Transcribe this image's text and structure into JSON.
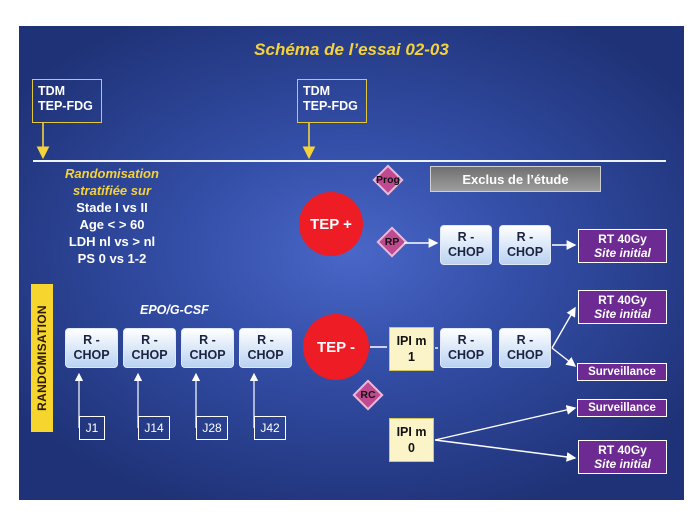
{
  "title": "Schéma de l’essai 02-03",
  "imaging_box_1": [
    "TDM",
    "TEP-FDG"
  ],
  "imaging_box_2": [
    "TDM",
    "TEP-FDG"
  ],
  "stratification": {
    "heading": [
      "Randomisation",
      "stratifiée sur"
    ],
    "criteria": [
      "Stade I vs II",
      "Age < > 60",
      "LDH nl vs > nl",
      "PS 0 vs 1-2"
    ]
  },
  "randomisation_label": "RANDOMISATION",
  "epo_label": "EPO/G-CSF",
  "rchop_label": [
    "R -",
    "CHOP"
  ],
  "tep_plus": "TEP +",
  "tep_minus": "TEP -",
  "diamonds": {
    "prog": "Prog",
    "rp": "RP",
    "rc": "RC"
  },
  "exclu": "Exclus de l’étude",
  "rt": {
    "line1": "RT 40Gy",
    "line2": "Site initial"
  },
  "surveillance": "Surveillance",
  "ipi_1": [
    "IPI m",
    "1"
  ],
  "ipi_0": [
    "IPI m",
    "0"
  ],
  "days": [
    "J1",
    "J14",
    "J28",
    "J42"
  ],
  "colors": {
    "frame": "#344fa8",
    "yellow": "#f4d23a",
    "red": "#ee1c24",
    "purple": "#6c2a92",
    "magenta": "#c04a90"
  }
}
